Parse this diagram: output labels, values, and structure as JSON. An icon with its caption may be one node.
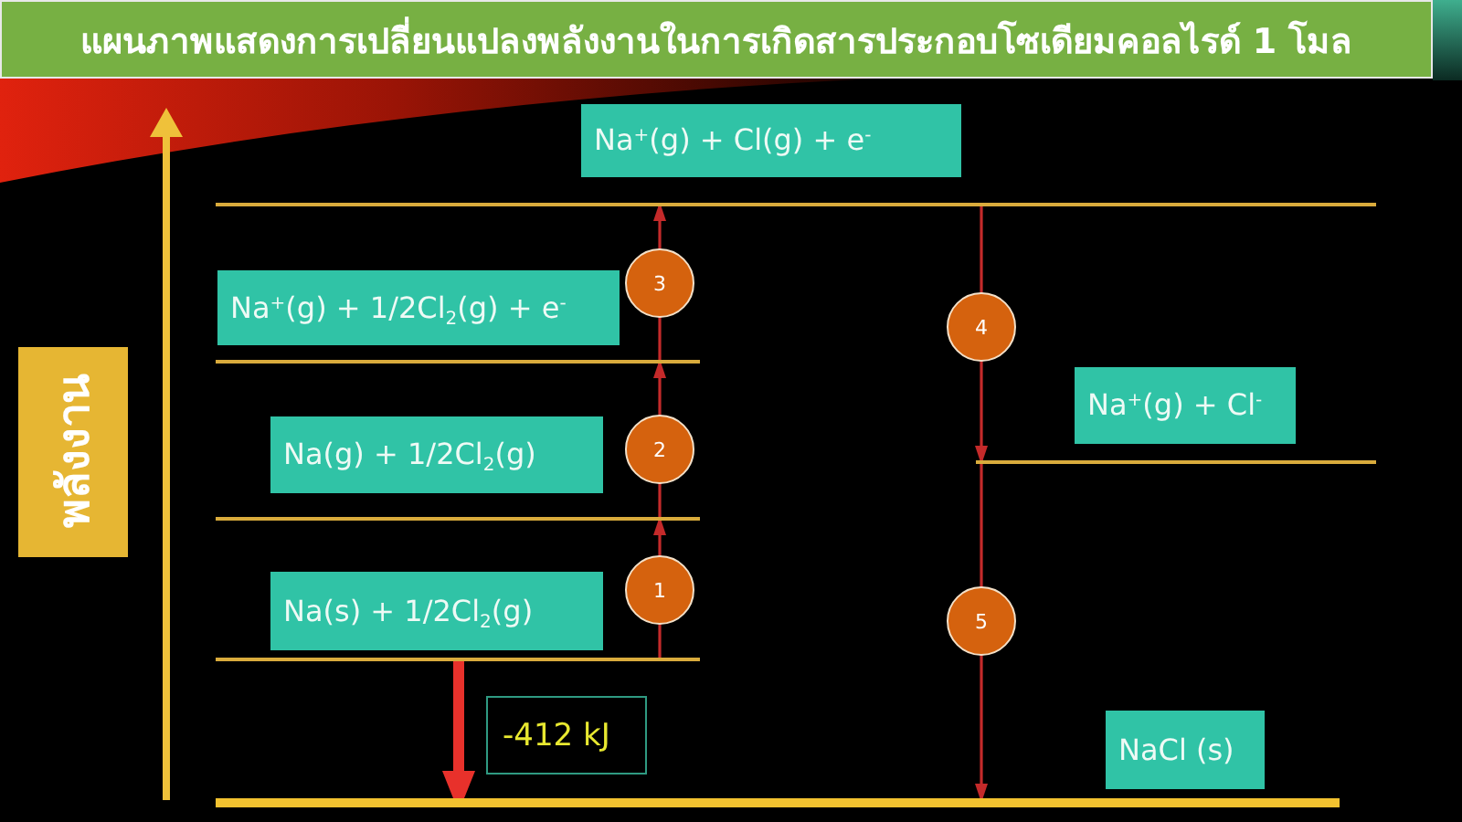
{
  "diagram": {
    "title": "แผนภาพแสดงการเปลี่ยนแปลงพลังงานในการเกิดสารประกอบโซเดียมคอลไรด์ 1 โมล",
    "nodes": [
      {
        "text": [
          "พลังงาน"
        ]
      },
      {
        "text": [
          "Na$^{+}$(g) + Cl(g) + e$^{-}$"
        ]
      },
      {
        "text": [],
        "shape": "bar"
      },
      {
        "text": [
          "Na$^{+}$(g) + 1/2Cl$_{2}$(g) + e$^{-}$"
        ]
      },
      {
        "text": [],
        "shape": "bar"
      },
      {
        "text": [
          "Na$^{+}$(g) + Cl$^{-}$"
        ]
      },
      {
        "text": [
          "Na(g) + 1/2Cl$_{2}$(g)"
        ]
      },
      {
        "text": [],
        "shape": "bar"
      },
      {
        "text": [],
        "shape": "bar"
      },
      {
        "text": [
          "Na(s) + 1/2Cl$_{2}$(g)"
        ]
      },
      {
        "text": [],
        "shape": "bar"
      },
      {
        "text": [
          "NaCl (s)"
        ]
      },
      {
        "text": [],
        "shape": "bar"
      }
    ],
    "edges": [
      {
        "from": 10,
        "to": 8,
        "arrow": "to",
        "label": "1"
      },
      {
        "from": 8,
        "to": 4,
        "arrow": "to",
        "label": "2"
      },
      {
        "from": 4,
        "to": 2,
        "arrow": "to",
        "label": "3"
      },
      {
        "from": 2,
        "to": 7,
        "arrow": "to",
        "label": "4"
      },
      {
        "from": 7,
        "to": 12,
        "arrow": "to",
        "label": "5"
      },
      {
        "from": 10,
        "to": 12,
        "arrow": "to",
        "label": "-412 kJ",
        "style": "thick",
        "color": "#e8312b"
      }
    ]
  }
}
